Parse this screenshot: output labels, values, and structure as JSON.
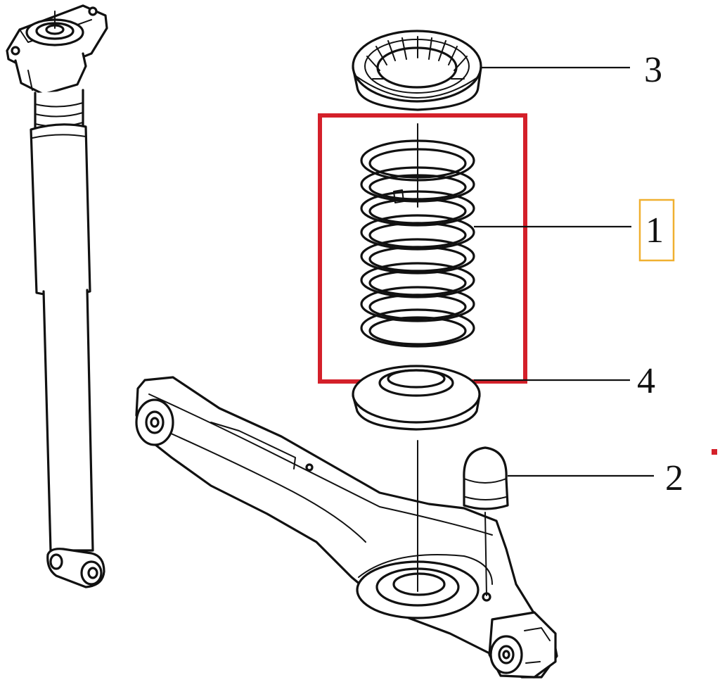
{
  "callouts": {
    "part_1": "1",
    "part_2": "2",
    "part_3": "3",
    "part_4": "4"
  },
  "highlight": {
    "part_1_selection_color": "#d4202a",
    "part_1_label_frame_color": "#f0b030",
    "marker_color": "#d4202a"
  }
}
